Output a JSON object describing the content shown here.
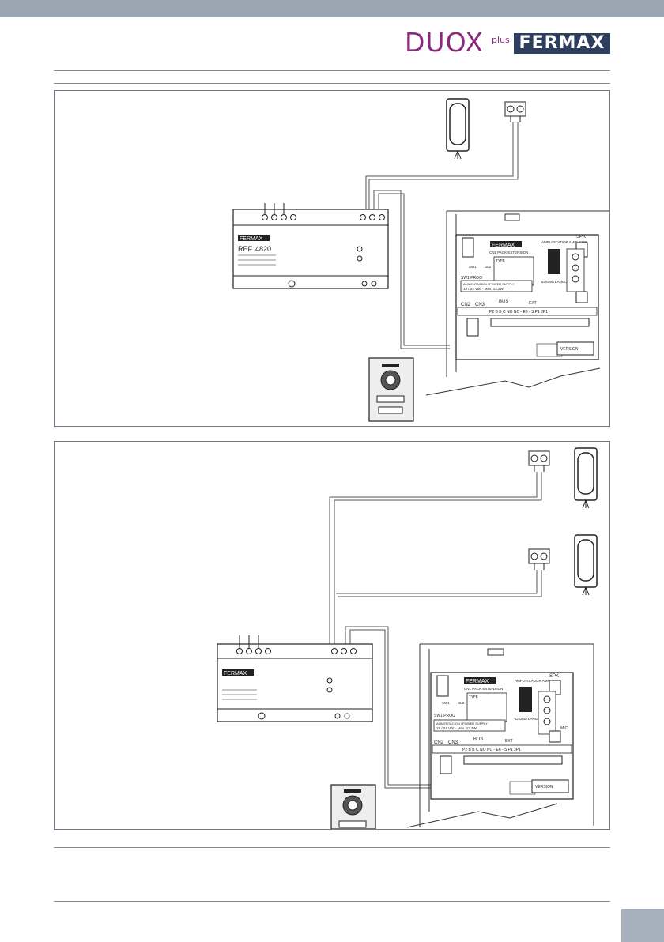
{
  "header": {
    "brand_product": "DUOX",
    "brand_product_suffix": "plus",
    "brand_company": "FERMAX"
  },
  "diagram_top": {
    "power_supply": {
      "brand": "FERMAX",
      "ref": "REF. 4820"
    },
    "door_panel_board": {
      "brand": "FERMAX",
      "amplifier_label": "AMPLIFICADOR AMPLIFIER",
      "spk": "SPK",
      "cn1_pack": "CN1 PACK EXTENSION",
      "type": "TYPE",
      "dl2": "DL2",
      "sw1": "SW1",
      "sw1_prog": "SW1 PROG",
      "power_supply_label": "ALIMENTACION / POWER SUPPLY",
      "voltage": "18 / 24 Vdc - Max. 13,2W",
      "idioma": "IDIOMA LANGUAGE",
      "bus": "BUS",
      "cn2": "CN2",
      "cn3": "CN3",
      "terminals": "P2 B B C NO NC - E6 - S P1 JP1",
      "ext": "EXT",
      "version": "VERSION"
    }
  },
  "diagram_bottom": {
    "power_supply": {
      "brand": "FERMAX"
    },
    "door_panel_board": {
      "brand": "FERMAX",
      "amplifier_label": "AMPLIFICADOR AMPLIFIER",
      "spk": "SPK",
      "cn1_pack": "CN1 PACK EXTENSION",
      "type": "TYPE",
      "dl2": "DL2",
      "sw1": "SW1",
      "sw1_prog": "SW1 PROG",
      "power_supply_label": "ALIMENTACION / POWER SUPPLY",
      "voltage": "18 / 24 Vdc - Max. 13,2W",
      "idioma": "IDIOMA LANGUAGE",
      "bus": "BUS",
      "cn2": "CN2",
      "cn3": "CN3",
      "terminals": "P2 B B C NO NC - E6 - S P1 JP1",
      "ext": "EXT",
      "mic": "MIC",
      "version": "VERSION"
    }
  }
}
